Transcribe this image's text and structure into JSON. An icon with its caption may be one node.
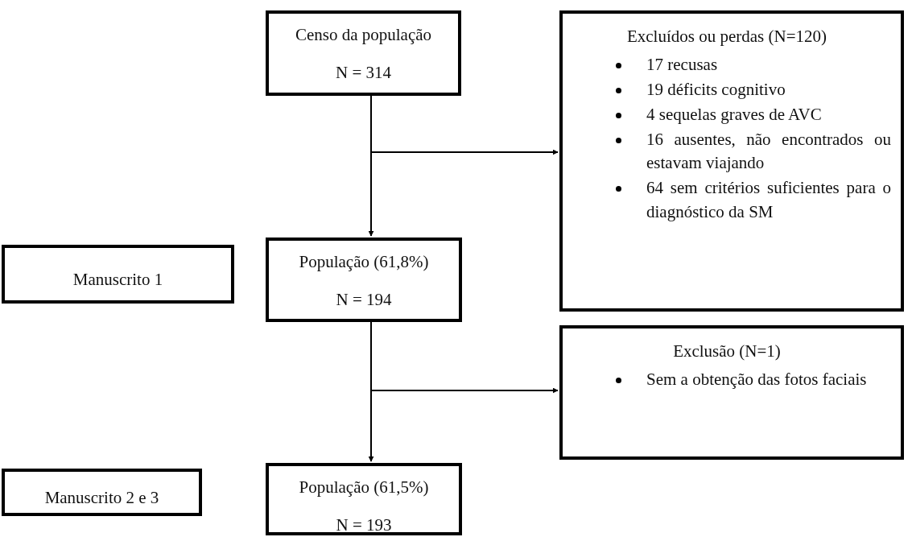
{
  "diagram": {
    "nodes": [
      {
        "text": [
          "Censo da população",
          "N = 314"
        ]
      },
      {
        "text": [
          "Excluídos ou perdas (N=120)",
          "17 recusas",
          "19 déficits cognitivo",
          "4 sequelas graves de AVC",
          "16 ausentes, não encontrados ou estavam viajando",
          "64 sem critérios suficientes para o diagnóstico da SM"
        ]
      },
      {
        "text": [
          "Manuscrito 1"
        ]
      },
      {
        "text": [
          "População (61,8%)",
          "N = 194"
        ]
      },
      {
        "text": [
          "Exclusão (N=1)",
          "Sem a obtenção das fotos faciais"
        ]
      },
      {
        "text": [
          "Manuscrito 2 e 3"
        ]
      },
      {
        "text": [
          "População (61,5%)",
          "N = 193"
        ]
      }
    ],
    "edges": [
      {
        "from": 0,
        "to": 3,
        "arrow": "to"
      },
      {
        "from": 0,
        "to": 1,
        "arrow": "to"
      },
      {
        "from": 3,
        "to": 6,
        "arrow": "to"
      },
      {
        "from": 3,
        "to": 4,
        "arrow": "to"
      }
    ]
  }
}
